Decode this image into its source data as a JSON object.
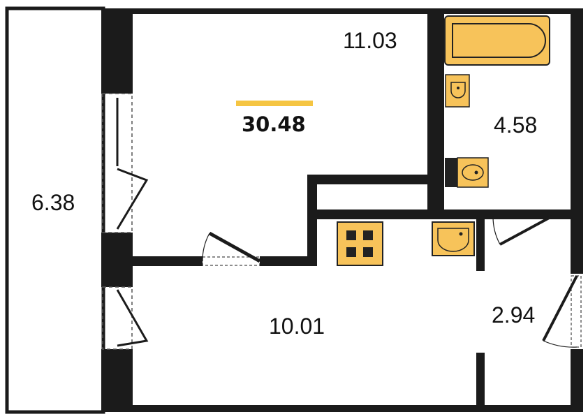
{
  "plan": {
    "total_area": "30.48",
    "rooms": [
      {
        "id": "room",
        "area": "11.03"
      },
      {
        "id": "bathroom",
        "area": "4.58"
      },
      {
        "id": "balcony",
        "area": "6.38"
      },
      {
        "id": "kitchen-hall",
        "area": "10.01"
      },
      {
        "id": "corridor",
        "area": "2.94"
      }
    ]
  },
  "colors": {
    "wall": "#1b1b1b",
    "fixture": "#f7c35a",
    "fixture_stroke": "#222222",
    "accent_bar": "#f5c542",
    "background": "#ffffff"
  }
}
